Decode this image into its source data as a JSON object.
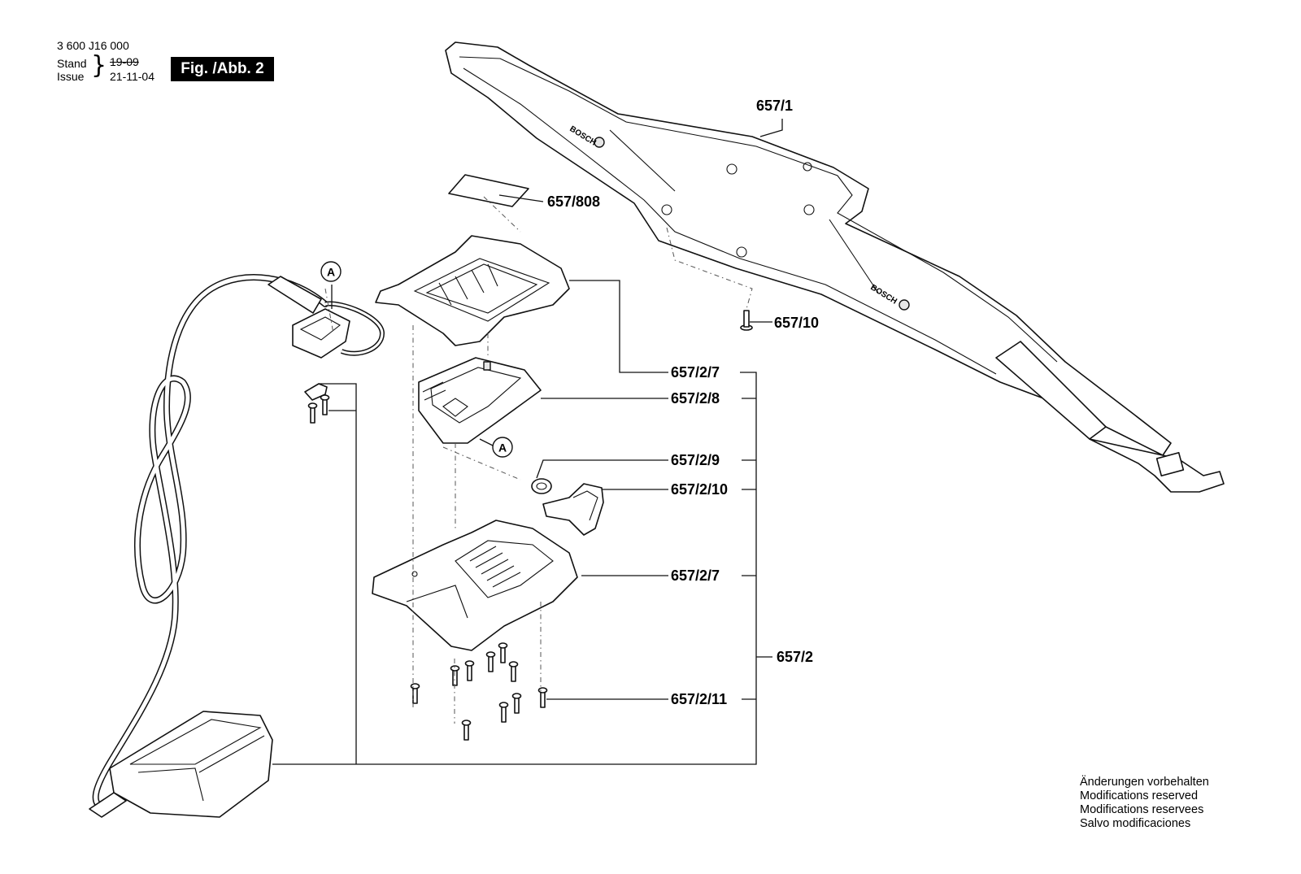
{
  "header": {
    "doc_number": "3 600 J16 000",
    "stand_label": "Stand",
    "issue_label": "Issue",
    "old_date": "19-09",
    "issue_date": "21-11-04",
    "figure_label": "Fig. /Abb. 2"
  },
  "callouts": {
    "strap": "657/1",
    "label_sticker": "657/808",
    "strap_screw": "657/10",
    "upper_housing": "657/2/7",
    "inner_frame": "657/2/8",
    "clip": "657/2/9",
    "latch": "657/2/10",
    "lower_housing": "657/2/7",
    "assembly": "657/2",
    "screws": "657/2/11"
  },
  "markers": {
    "detail_a_top": "A",
    "detail_a_mid": "A"
  },
  "notes": [
    "Änderungen vorbehalten",
    "Modifications reserved",
    "Modifications reservees",
    "Salvo modificaciones"
  ],
  "strap_logo": "BOSCH"
}
